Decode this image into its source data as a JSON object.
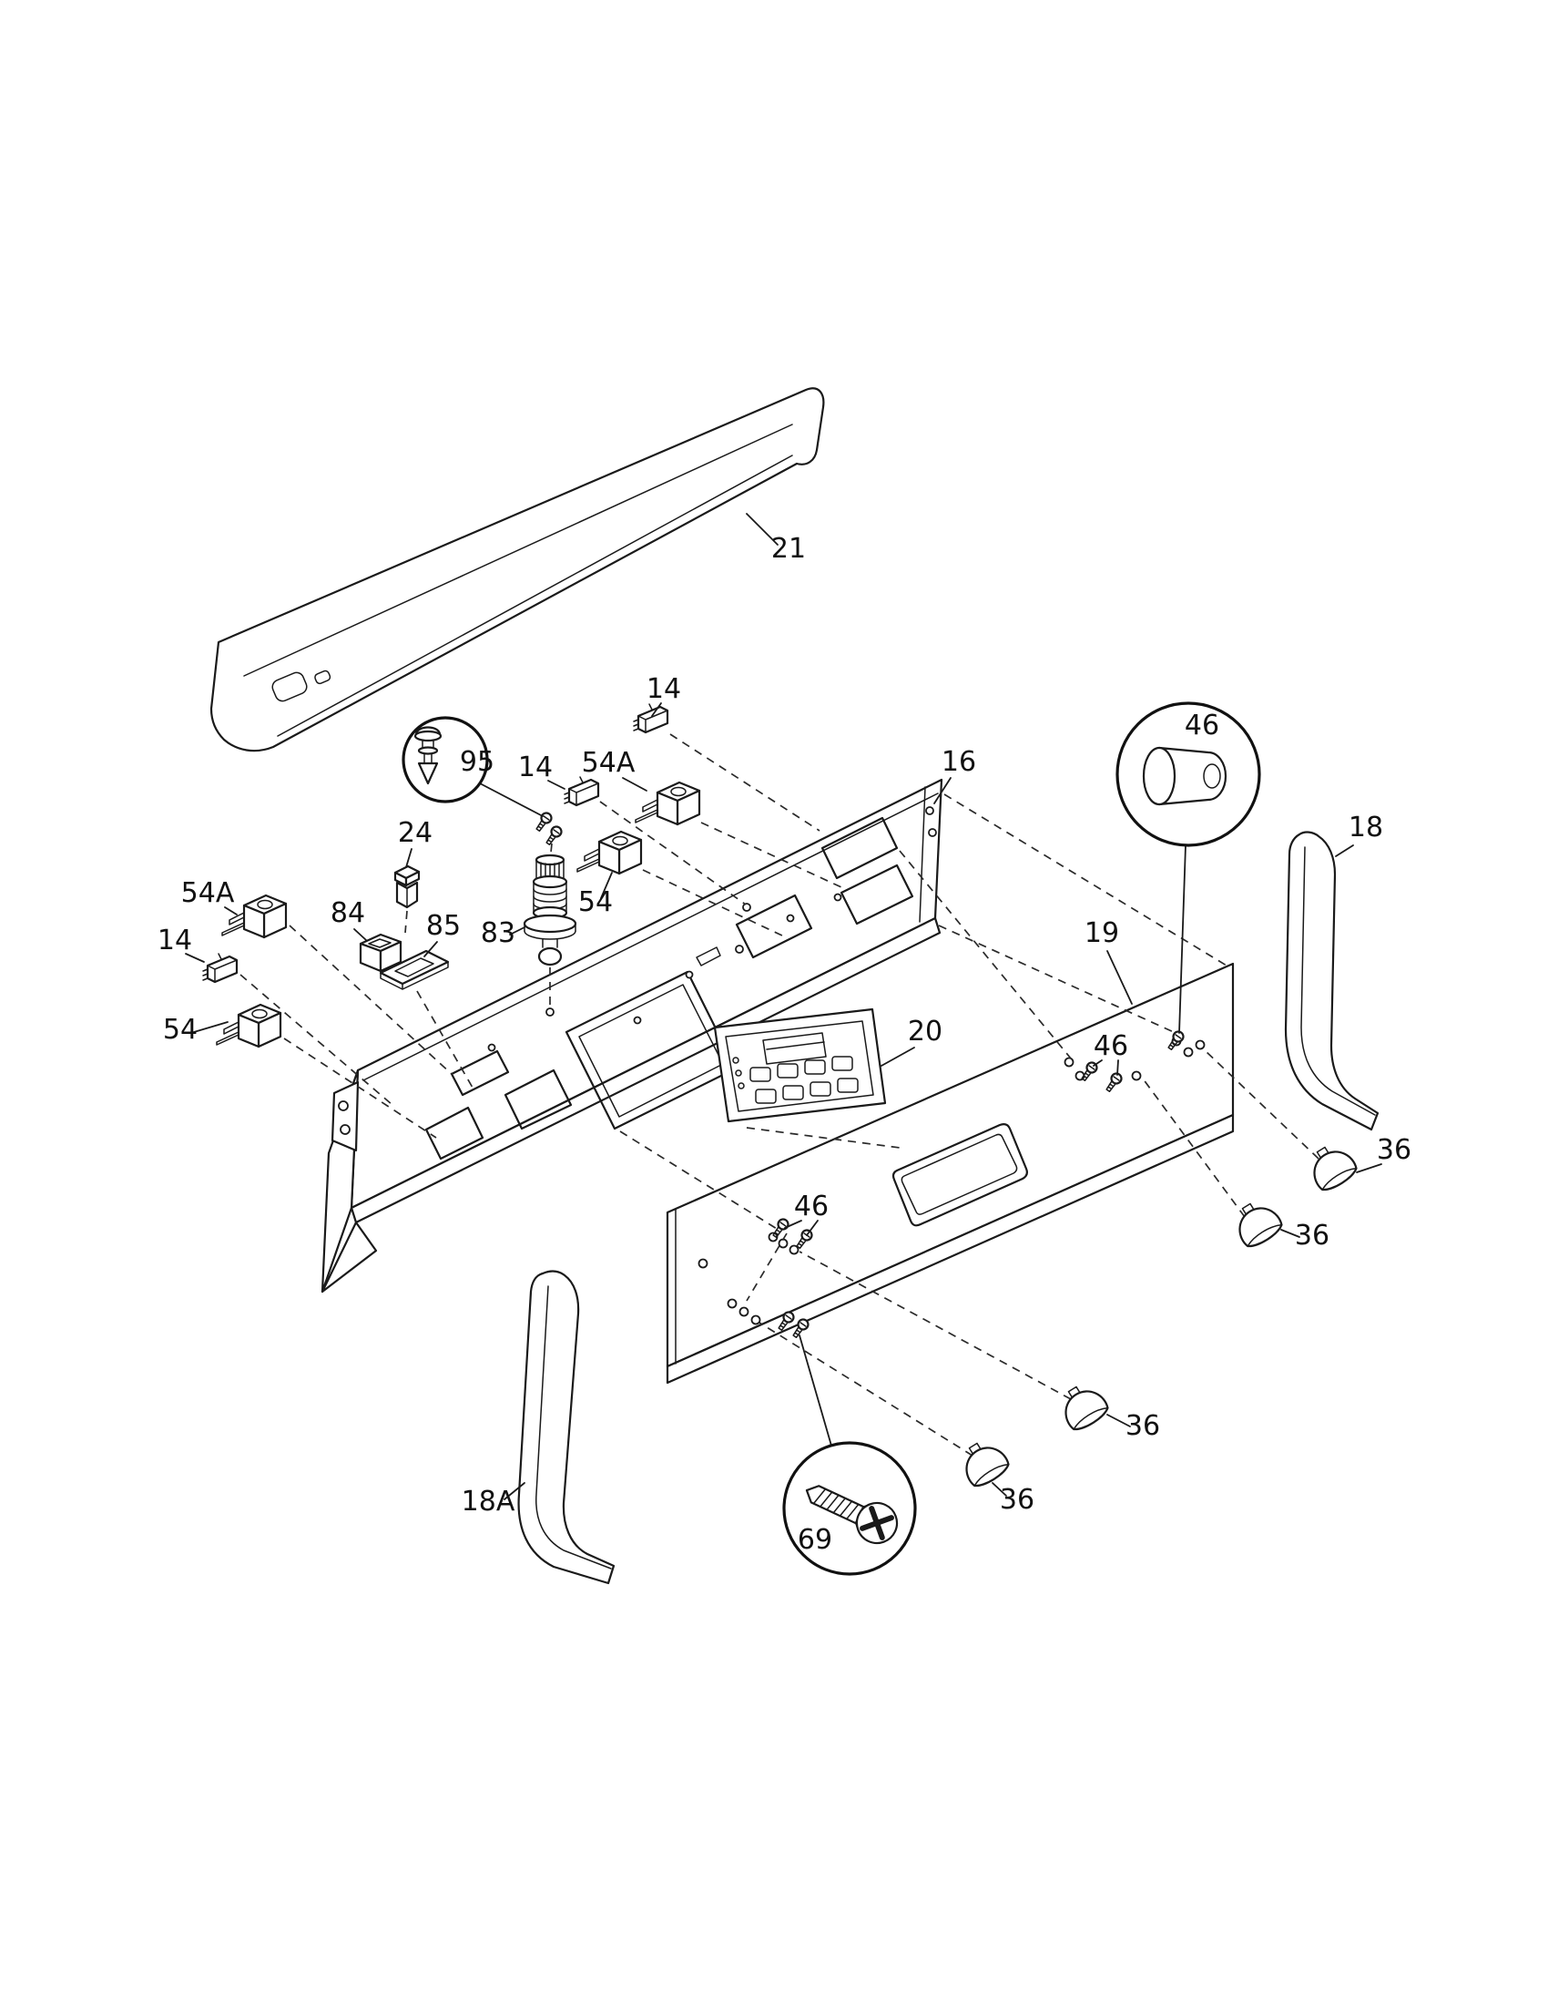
{
  "diagram": {
    "background": "#ffffff",
    "line_color": "#1a1a1a",
    "callouts": {
      "top_trim": "21",
      "micro_switch_top": "14",
      "micro_switch_mid": "14",
      "micro_switch_left": "14",
      "infinite_switch_a_top": "54A",
      "infinite_switch_top": "54",
      "infinite_switch_a_left": "54A",
      "infinite_switch_left": "54",
      "rivet_detail": "95",
      "rear_panel": "16",
      "spacer_detail": "46",
      "screws_mid": "46",
      "screws_lower": "46",
      "end_cap_right": "18",
      "end_cap_left": "18A",
      "push_switch": "24",
      "receptacle": "84",
      "bracket": "85",
      "indicator_light": "83",
      "front_panel": "19",
      "control_board": "20",
      "knob_1": "36",
      "knob_2": "36",
      "knob_3": "36",
      "knob_4": "36",
      "screw_detail": "69"
    }
  }
}
